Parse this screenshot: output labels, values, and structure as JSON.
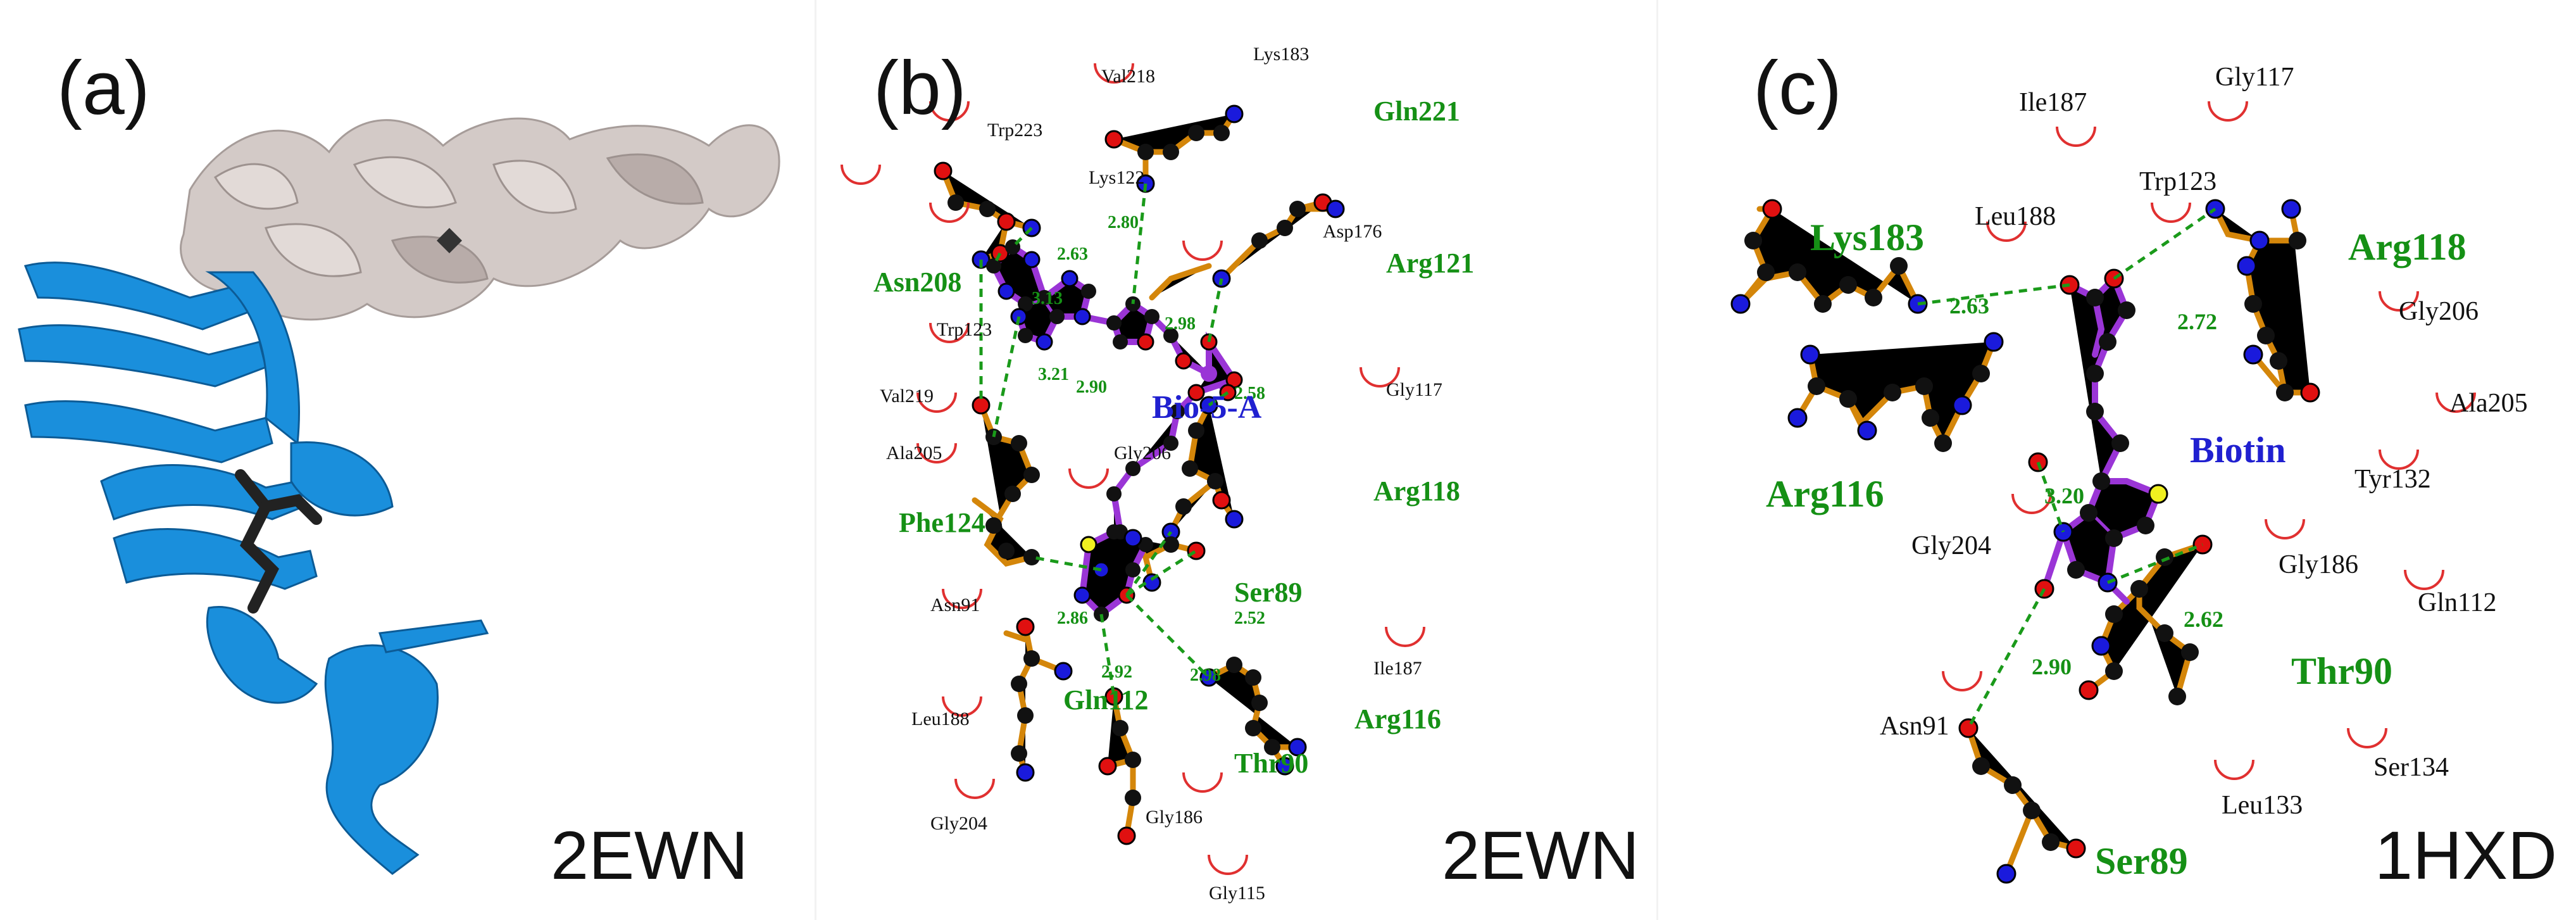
{
  "colors": {
    "protein_blue": "#1a8fdc",
    "protein_grey": "#cfc5c2",
    "residue_green": "#159015",
    "ligand_blue": "#2020d0",
    "ligand_purple": "#9a35d6",
    "carbon": "#111111",
    "oxygen": "#e01010",
    "nitrogen": "#1a1adc",
    "sulfur": "#f0f020",
    "hydrophobic_arc": "#e03030",
    "hbond": "#1a9a1a"
  },
  "panels": {
    "a": {
      "letter": "(a)",
      "pdb": "2EWN"
    },
    "b": {
      "letter": "(b)",
      "pdb": "2EWN",
      "ligand": "Bio-5-A",
      "hbonded_residues": [
        "Gln221",
        "Arg121",
        "Asn208",
        "Arg118",
        "Phe124",
        "Ser89",
        "Gln112",
        "Arg116",
        "Thr90"
      ],
      "hydrophobic_residues": [
        "Lys183",
        "Val218",
        "Trp223",
        "Lys122",
        "Asp176",
        "Trp123",
        "Val219",
        "Gly117",
        "Ala205",
        "Gly206",
        "Asn91",
        "Ile187",
        "Leu188",
        "Gly204",
        "Gly186",
        "Gly115"
      ],
      "hbond_distances": [
        "2.63",
        "2.80",
        "3.13",
        "3.21",
        "2.90",
        "2.98",
        "2.58",
        "2.86",
        "2.52",
        "2.92",
        "2.98"
      ]
    },
    "c": {
      "letter": "(c)",
      "pdb": "1HXD",
      "ligand": "Biotin",
      "hbonded_residues": [
        "Lys183",
        "Arg118",
        "Arg116",
        "Thr90",
        "Ser89"
      ],
      "hydrophobic_residues": [
        "Ile187",
        "Gly117",
        "Trp123",
        "Leu188",
        "Gly206",
        "Ala205",
        "Tyr132",
        "Gly204",
        "Gly186",
        "Gln112",
        "Asn91",
        "Ser134",
        "Leu133"
      ],
      "hbond_distances": [
        "2.63",
        "2.72",
        "3.20",
        "2.62",
        "2.90"
      ]
    }
  }
}
